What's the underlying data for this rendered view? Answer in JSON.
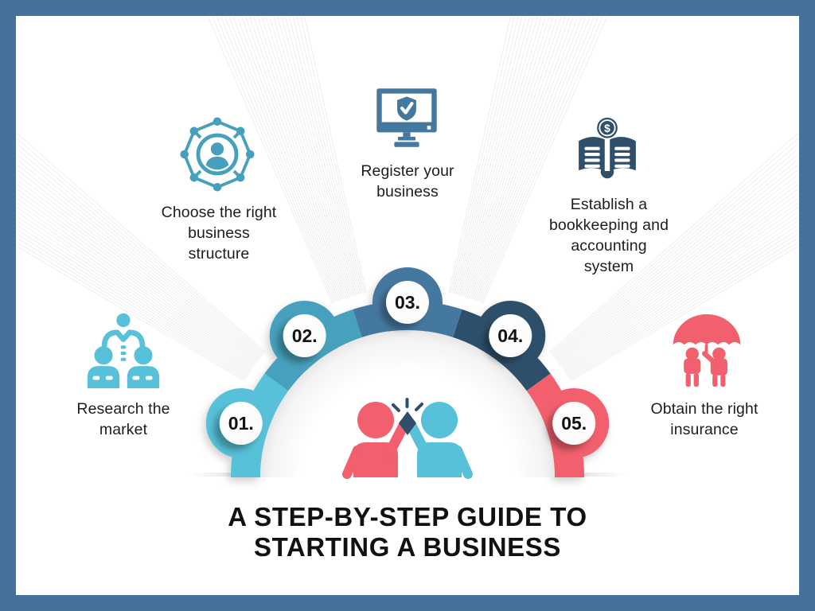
{
  "frame": {
    "border_color": "#46719a",
    "background_color": "#ffffff"
  },
  "title": {
    "text": "A STEP-BY-STEP GUIDE TO\nSTARTING A BUSINESS",
    "color": "#111111"
  },
  "steps": [
    {
      "number": "01.",
      "label": "Research the\nmarket",
      "color": "#56c1d8",
      "icon": "team-research-icon"
    },
    {
      "number": "02.",
      "label": "Choose the right\nbusiness\nstructure",
      "color": "#46a0bd",
      "icon": "person-network-icon"
    },
    {
      "number": "03.",
      "label": "Register your\nbusiness",
      "color": "#44789f",
      "icon": "monitor-shield-check-icon"
    },
    {
      "number": "04.",
      "label": "Establish a\nbookkeeping and\naccounting\nsystem",
      "color": "#2f4f6a",
      "icon": "ledger-dollar-book-icon",
      "icon_text": "$"
    },
    {
      "number": "05.",
      "label": "Obtain the right\ninsurance",
      "color": "#f25f6d",
      "icon": "umbrella-couple-icon"
    }
  ],
  "center_illustration": {
    "name": "high-five-people",
    "left_person_color": "#f25f6d",
    "right_person_color": "#56c1d8",
    "accent_color": "#2f4f6a"
  },
  "decor": {
    "label_color": "#1d1d1d",
    "badge_text_color": "#111111",
    "fan_line_color": "#d4d4d4",
    "ground_shadow_color": "#d9d9d9"
  }
}
